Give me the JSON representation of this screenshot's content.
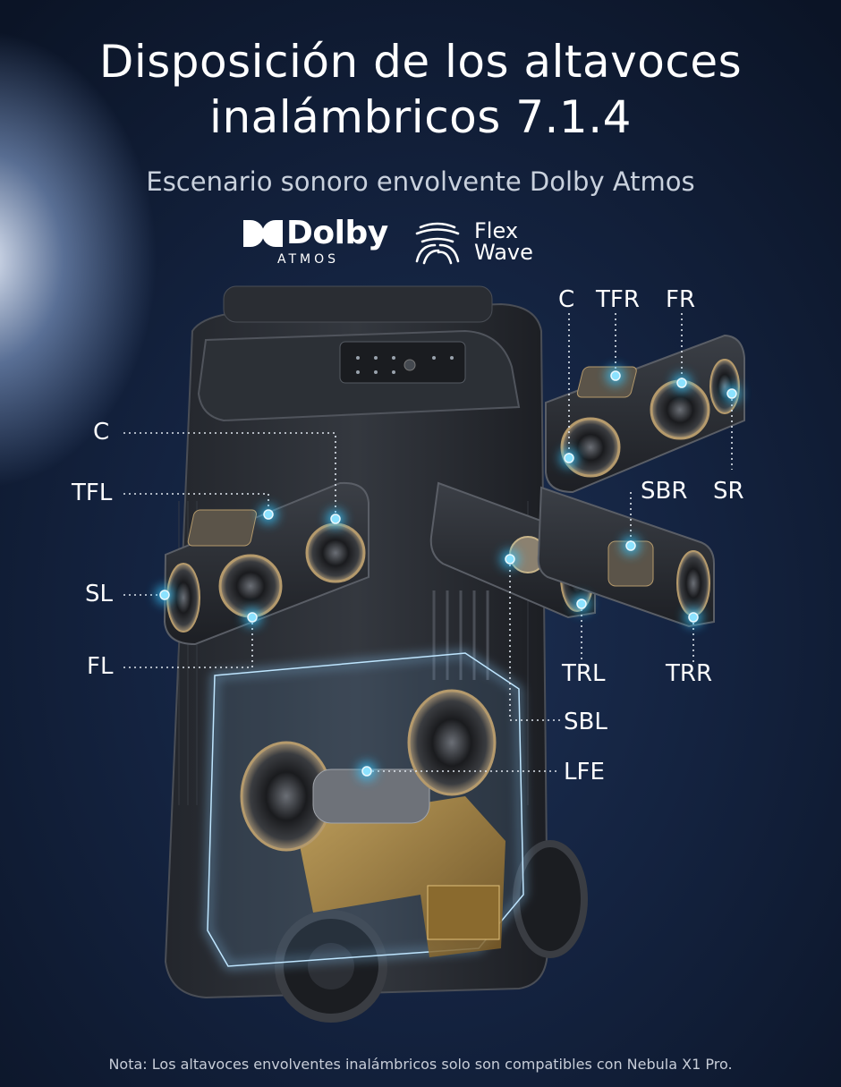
{
  "header": {
    "title_line1": "Disposición de los altavoces",
    "title_line2": "inalámbricos 7.1.4",
    "subtitle": "Escenario sonoro envolvente Dolby Atmos"
  },
  "logos": {
    "dolby_word": "Dolby",
    "dolby_sub": "ATMOS",
    "flexwave_line1": "Flex",
    "flexwave_line2": "Wave"
  },
  "labels": {
    "c_left": "C",
    "tfl": "TFL",
    "sl": "SL",
    "fl": "FL",
    "c_top": "C",
    "tfr": "TFR",
    "fr": "FR",
    "sbr": "SBR",
    "sr": "SR",
    "trl": "TRL",
    "trr": "TRR",
    "sbl": "SBL",
    "lfe": "LFE"
  },
  "footer": {
    "note": "Nota: Los altavoces envolventes inalámbricos solo son compatibles con Nebula X1 Pro."
  },
  "colors": {
    "accent_dot": "#35c6ff",
    "background": "#142340",
    "speaker_body": "#2a2d33",
    "subwoofer_glow": "#6fb8ff",
    "bass_port": "#b08a3e"
  }
}
